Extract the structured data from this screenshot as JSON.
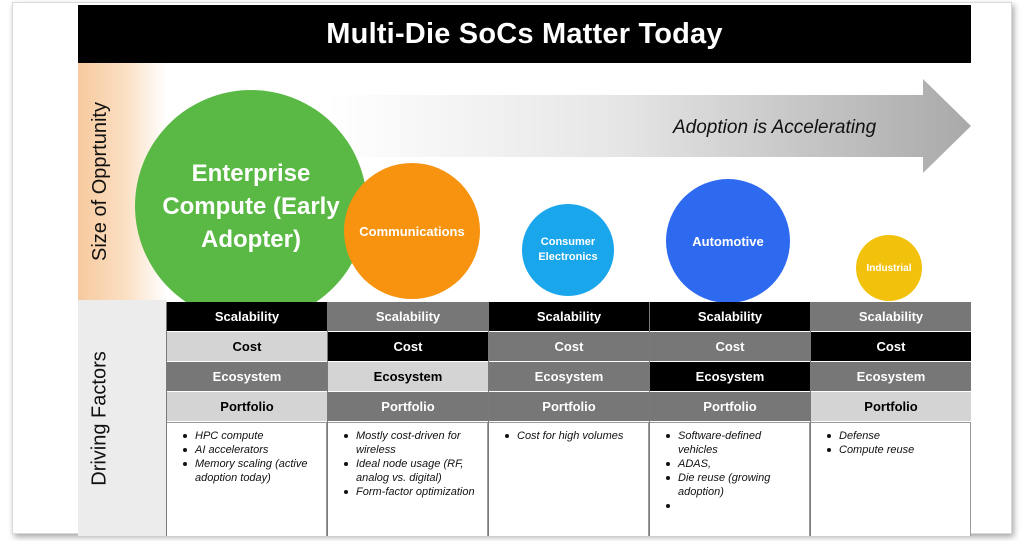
{
  "title": "Multi-Die SoCs Matter Today",
  "side_labels": {
    "top": "Size of Opprtunity",
    "bottom": "Driving Factors"
  },
  "arrow_label": "Adoption is Accelerating",
  "colors": {
    "title_bar": "#000000",
    "enterprise": "#5ab945",
    "communications": "#f7930e",
    "consumer": "#1aa6ea",
    "automotive": "#2e6af0",
    "industrial": "#f2c10c",
    "cell_dark": "#000000",
    "cell_mid": "#777777",
    "cell_light": "#d4d4d4"
  },
  "segments": [
    {
      "name": "Enterprise Compute (Early Adopter)",
      "shades": [
        "dark",
        "light",
        "mid",
        "light"
      ],
      "notes": [
        "HPC compute",
        "AI accelerators",
        "Memory scaling (active adoption today)"
      ]
    },
    {
      "name": "Communications",
      "shades": [
        "mid",
        "dark",
        "light",
        "mid"
      ],
      "notes": [
        "Mostly cost-driven for wireless",
        "Ideal node usage (RF, analog vs. digital)",
        "Form-factor optimization"
      ]
    },
    {
      "name": "Consumer Electronics",
      "shades": [
        "dark",
        "mid",
        "mid",
        "mid"
      ],
      "notes": [
        "Cost for high volumes"
      ]
    },
    {
      "name": "Automotive",
      "shades": [
        "dark",
        "mid",
        "dark",
        "mid"
      ],
      "notes": [
        "Software-defined vehicles",
        "ADAS,",
        "Die reuse (growing adoption)",
        ""
      ]
    },
    {
      "name": "Industrial",
      "shades": [
        "mid",
        "dark",
        "mid",
        "light"
      ],
      "notes": [
        "Defense",
        "Compute reuse"
      ]
    }
  ],
  "factors": [
    "Scalability",
    "Cost",
    "Ecosystem",
    "Portfolio"
  ]
}
